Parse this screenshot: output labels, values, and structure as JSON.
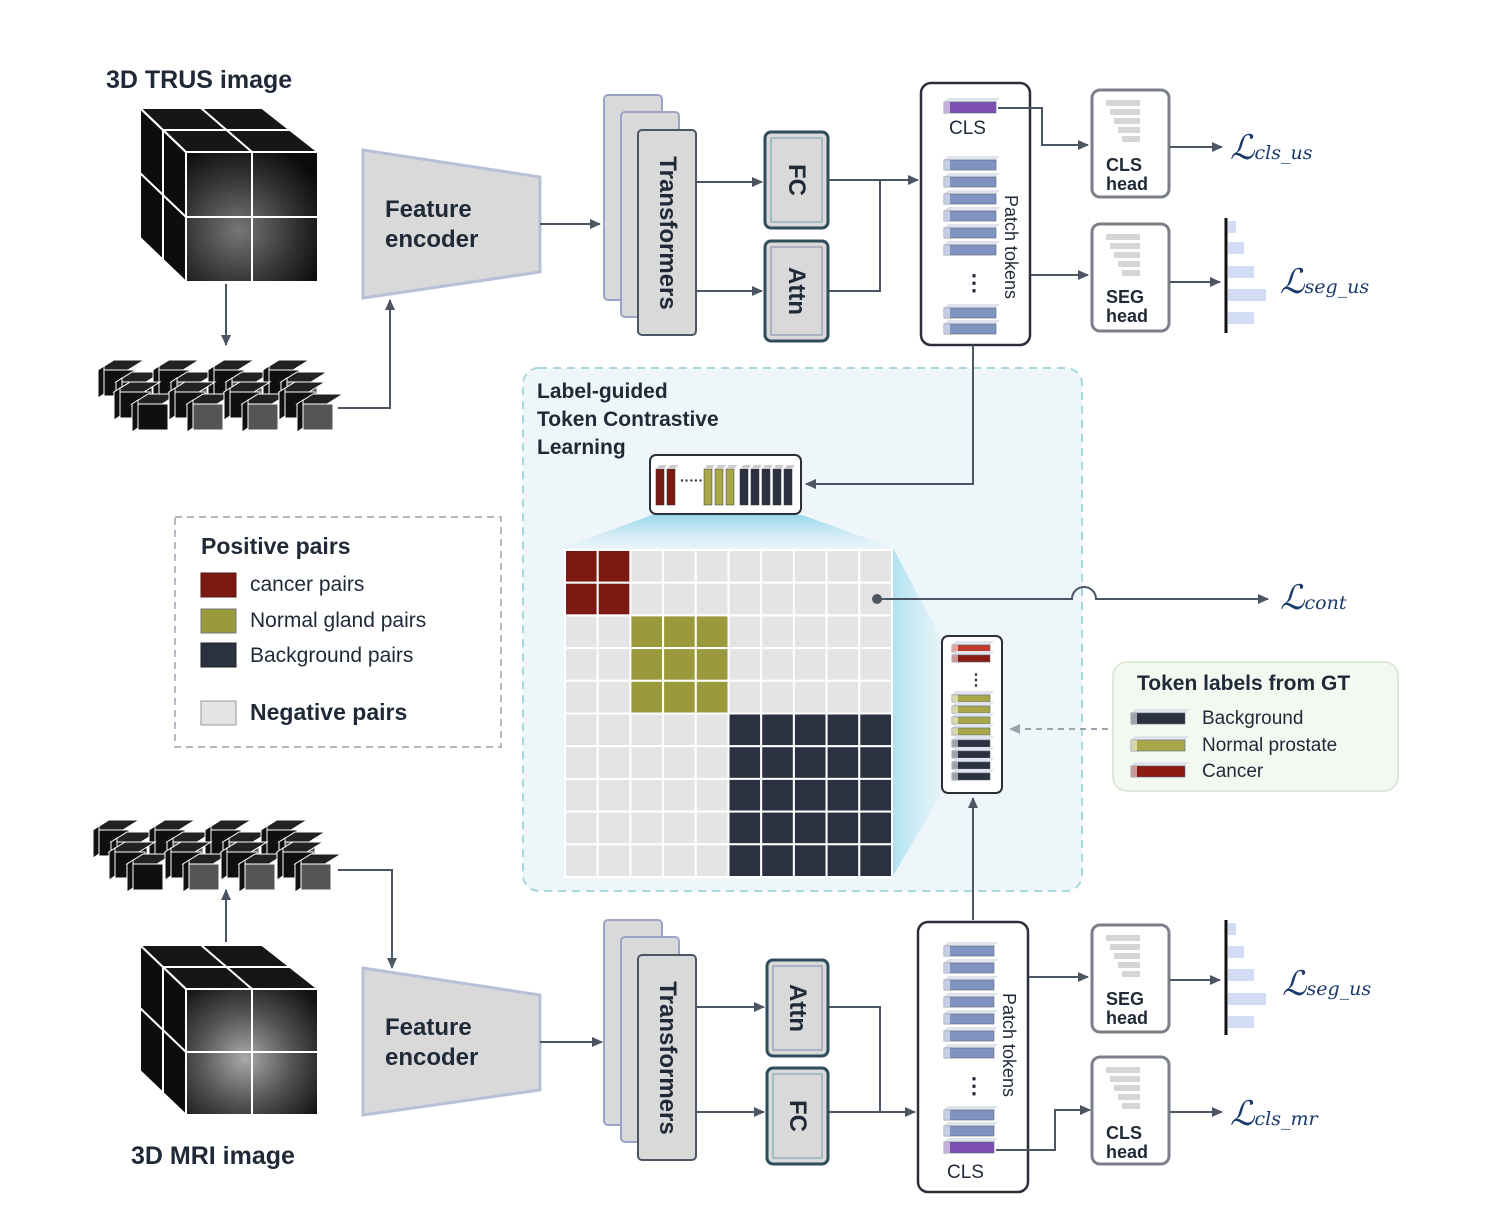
{
  "trus": {
    "title": "3D TRUS image"
  },
  "mri": {
    "title": "3D MRI image"
  },
  "encoder": {
    "top_label_1": "Feature",
    "top_label_2": "encoder",
    "bottom_label_1": "Feature",
    "bottom_label_2": "encoder"
  },
  "transformers": {
    "top": "Transformers",
    "bottom": "Transformers"
  },
  "blocks": {
    "fc_top": "FC",
    "attn_top": "Attn",
    "fc_bottom": "FC",
    "attn_bottom": "Attn"
  },
  "tokens": {
    "cls_top": "CLS",
    "cls_bottom": "CLS",
    "patch_top": "Patch tokens",
    "patch_bottom": "Patch tokens",
    "dots": "⋮"
  },
  "heads": {
    "cls_top_1": "CLS",
    "cls_top_2": "head",
    "seg_top_1": "SEG",
    "seg_top_2": "head",
    "seg_bottom_1": "SEG",
    "seg_bottom_2": "head",
    "cls_bottom_1": "CLS",
    "cls_bottom_2": "head"
  },
  "losses": {
    "symbol": "ℒ",
    "cls_us": "cls_us",
    "seg_us_top": "seg_us",
    "cont": "cont",
    "seg_us_bottom": "seg_us",
    "cls_mr": "cls_mr"
  },
  "contrastive": {
    "title_1": "Label-guided",
    "title_2": "Token Contrastive",
    "title_3": "Learning",
    "dots": "·····"
  },
  "legend": {
    "title": "Positive pairs",
    "items": [
      {
        "label": "cancer pairs",
        "color": "#7b1a12"
      },
      {
        "label": "Normal gland pairs",
        "color": "#9a9a3c"
      },
      {
        "label": "Background pairs",
        "color": "#2b3140"
      }
    ],
    "negative": {
      "label": "Negative pairs",
      "color": "#e4e4e4"
    }
  },
  "gt_labels": {
    "title": "Token labels from GT",
    "items": [
      {
        "label": "Background",
        "color": "#2b3140"
      },
      {
        "label": "Normal prostate",
        "color": "#a8a84a"
      },
      {
        "label": "Cancer",
        "color": "#8b1a12"
      }
    ]
  },
  "colors": {
    "arrow": "#4b5563",
    "token": "#8193c0",
    "cls_token": "#7c4fb0",
    "panel": "#eef6f9",
    "panel_border": "#a6d8df"
  }
}
